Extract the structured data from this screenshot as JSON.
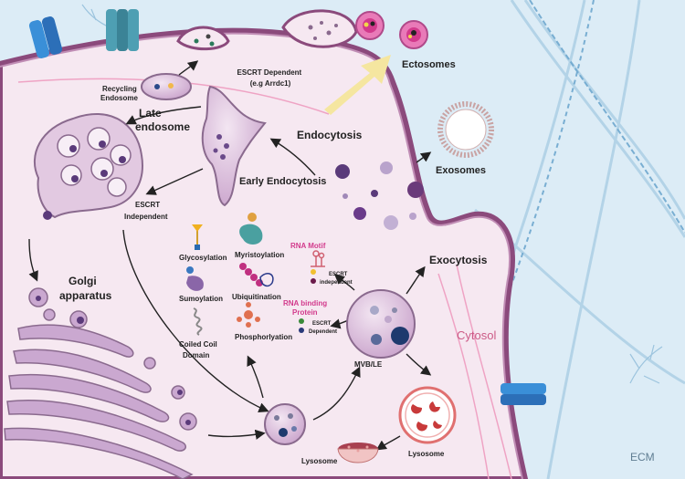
{
  "labels": {
    "recycling_endosome": [
      "Recycling",
      "Endosome"
    ],
    "escrt_dependent_top": [
      "ESCRT Dependent",
      "(e.g Arrdc1)"
    ],
    "ectosomes": "Ectosomes",
    "late_endosome": [
      "Late",
      "endosome"
    ],
    "endocytosis": "Endocytosis",
    "early_endocytosis": "Early Endocytosis",
    "exosomes": "Exosomes",
    "escrt_independent_left": [
      "ESCRT",
      "Independent"
    ],
    "glycosylation": "Glycosylation",
    "myristoylation": "Myristoylation",
    "sumoylation": "Sumoylation",
    "ubiquitination": "Ubiquitination",
    "coiled_coil": [
      "Coiled Coil",
      "Domain"
    ],
    "phosphorylation": "Phosphorlyation",
    "rna_motif": "RNA Motif",
    "escrt_independent_small": [
      "ESCRT",
      "independent"
    ],
    "rna_binding_protein": [
      "RNA binding",
      "Protein"
    ],
    "escrt_dependent_small": [
      "ESCRT",
      "Dependent"
    ],
    "exocytosis": "Exocytosis",
    "mvb_le": "MVB/LE",
    "golgi": [
      "Golgi",
      "apparatus"
    ],
    "cytosol": "Cytosol",
    "lysosome_right": "Lysosome",
    "lysosome_bottom": "Lysosome",
    "ecm": "ECM"
  },
  "colors": {
    "ecm_bg": "#dcecf6",
    "cell_fill": "#f6e8f1",
    "membrane": "#8b4a7c",
    "organelle": "#d9bfd9",
    "organelle_stroke": "#8a6a8e",
    "vesicle_dark": "#5a3a7a",
    "accent_pink": "#d23a8c",
    "yellow_arrow": "#f5e6a0"
  }
}
